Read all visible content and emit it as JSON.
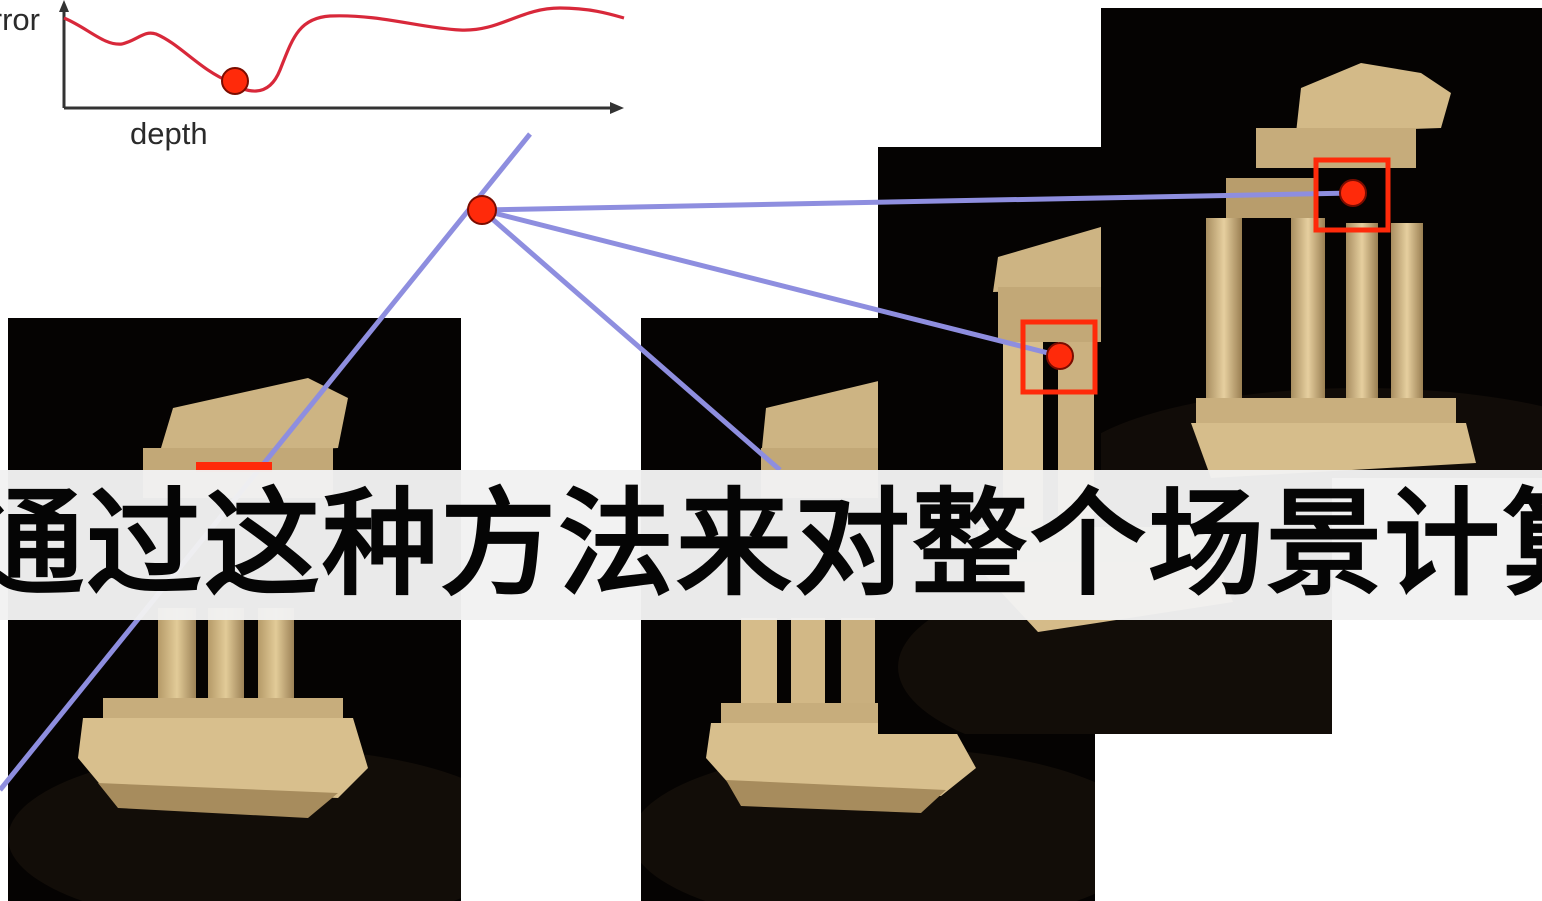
{
  "plot": {
    "y_label": "error",
    "x_label": "depth"
  },
  "caption": {
    "text": "通过这种方法来对整个场景计算深度"
  },
  "colors": {
    "error_curve": "#d8283a",
    "ray": "#8e8edf",
    "point": "#ff2a0a",
    "box": "#ff2a0a",
    "stone": "#d9bf8c",
    "background": "#050302"
  },
  "photos": [
    "left-view",
    "center-view",
    "mid-view",
    "right-view"
  ]
}
